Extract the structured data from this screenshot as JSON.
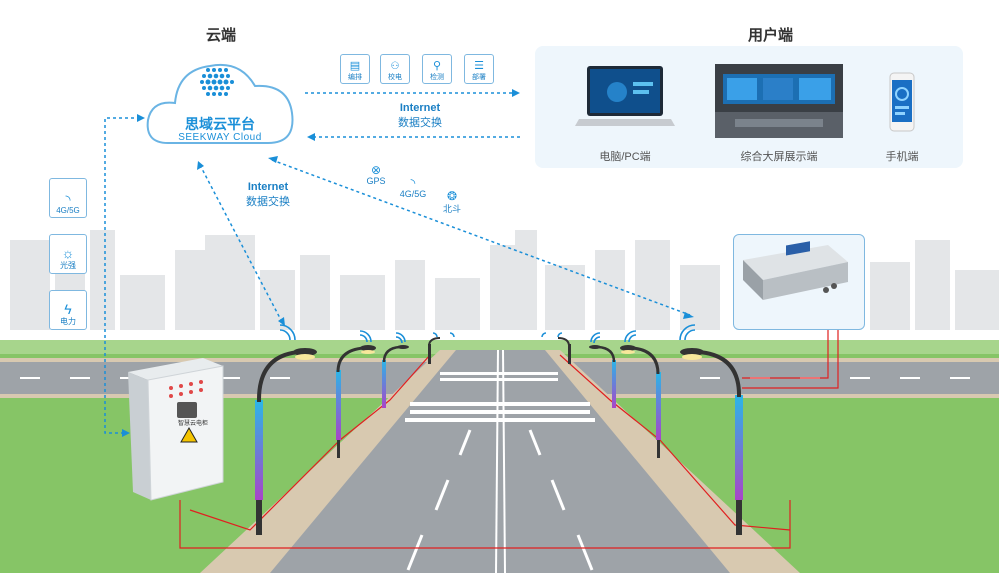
{
  "cloud": {
    "section_title": "云端",
    "name": "思域云平台",
    "subtitle": "SEEKWAY Cloud"
  },
  "tools": [
    {
      "label": "编排",
      "icon": "document-icon"
    },
    {
      "label": "校电",
      "icon": "people-icon"
    },
    {
      "label": "检测",
      "icon": "magnifier-icon"
    },
    {
      "label": "部署",
      "icon": "database-icon"
    }
  ],
  "exchange": {
    "title": "Internet",
    "subtitle": "数据交换"
  },
  "user": {
    "section_title": "用户端",
    "devices": [
      {
        "label": "电脑/PC端"
      },
      {
        "label": "综合大屏展示端"
      },
      {
        "label": "手机端"
      }
    ]
  },
  "network_tags": [
    {
      "label": "GPS"
    },
    {
      "label": "4G/5G"
    },
    {
      "label": "北斗"
    }
  ],
  "side_items": [
    {
      "label": "4G/5G"
    },
    {
      "label": "光强"
    },
    {
      "label": "电力"
    }
  ],
  "cabinet": {
    "label": "智慧云电柜"
  },
  "colors": {
    "accent": "#1a8fd8",
    "cable": "#e02020",
    "grass": "#86c566",
    "road": "#9ea3a8"
  }
}
